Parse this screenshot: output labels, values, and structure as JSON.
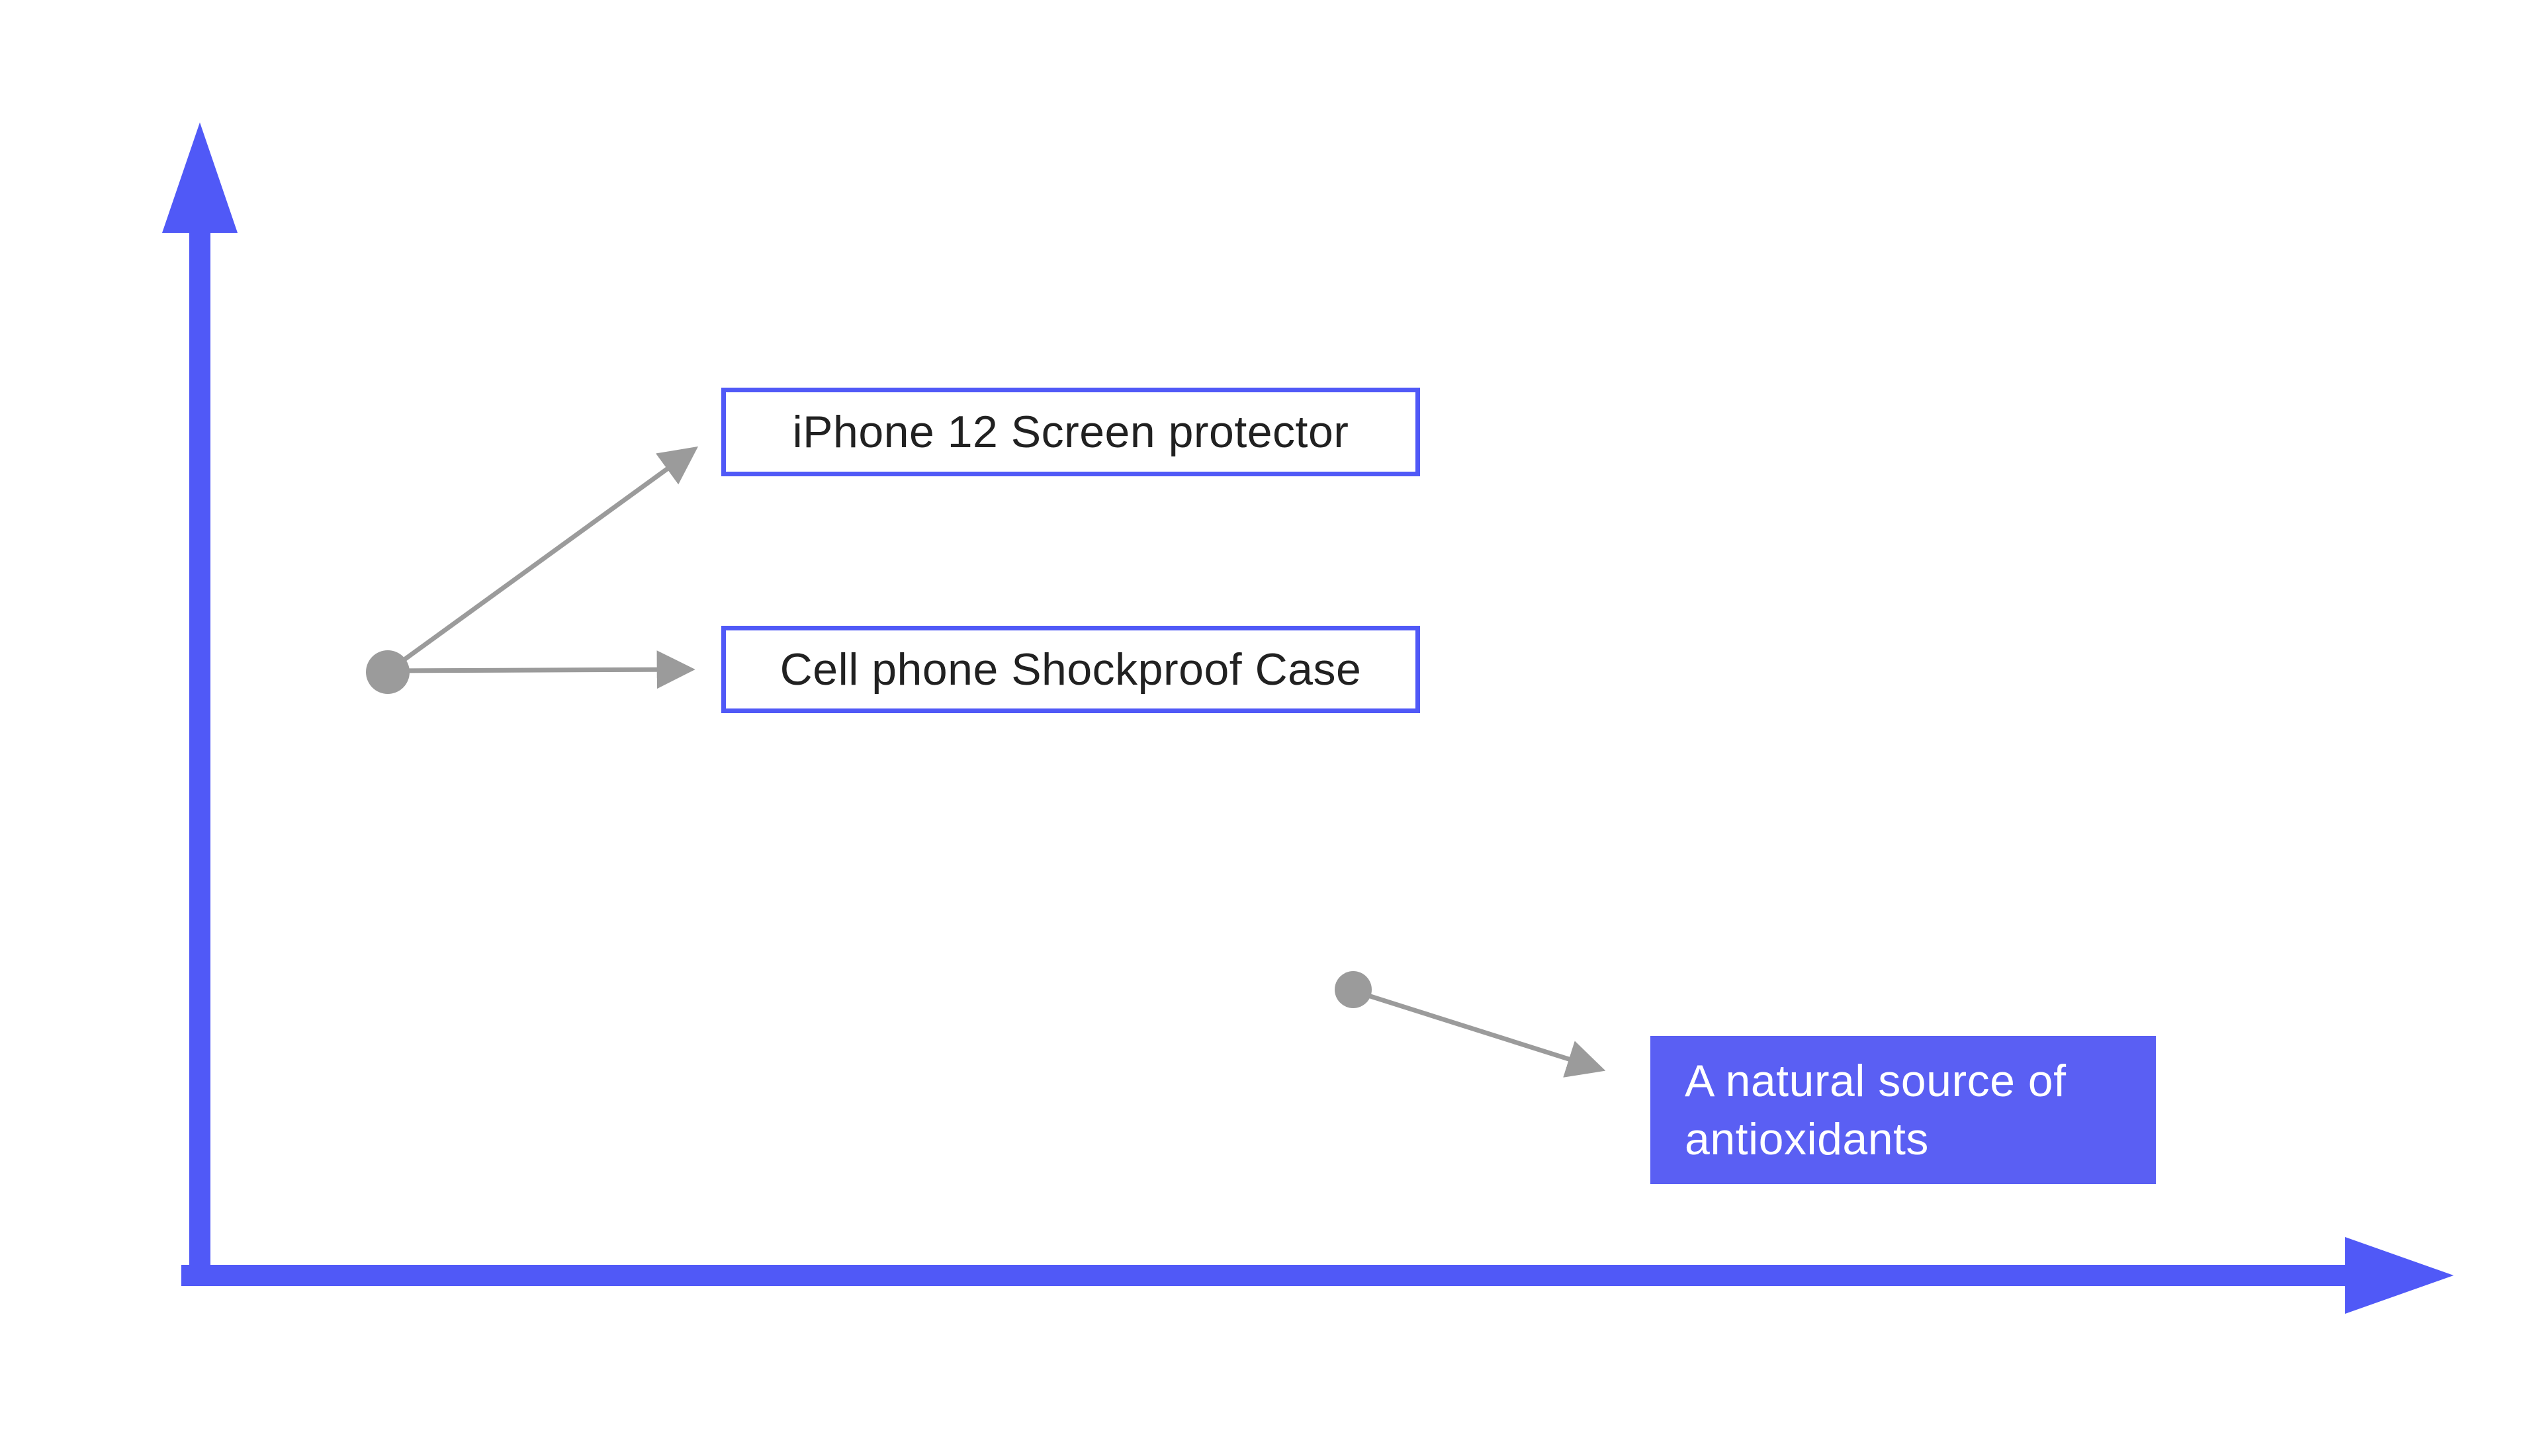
{
  "diagram": {
    "nodes": [
      {
        "label": "iPhone 12 Screen protector",
        "style": "outlined-box"
      },
      {
        "label": "Cell phone Shockproof Case",
        "style": "outlined-box"
      },
      {
        "label": "A natural source of antioxidants",
        "style": "filled-box"
      }
    ],
    "points": [
      {
        "name": "point-left",
        "connects_to": [
          "iPhone 12 Screen protector",
          "Cell phone Shockproof Case"
        ]
      },
      {
        "name": "point-right",
        "connects_to": [
          "A natural source of antioxidants"
        ]
      }
    ],
    "axes": {
      "x_label": "",
      "y_label": ""
    },
    "colors": {
      "accent_blue": "#5059F7",
      "filled_box_blue": "#5A5FF3",
      "connector_gray": "#9B9B9B",
      "text_dark": "#212121",
      "text_light": "#FFFFFF"
    }
  }
}
